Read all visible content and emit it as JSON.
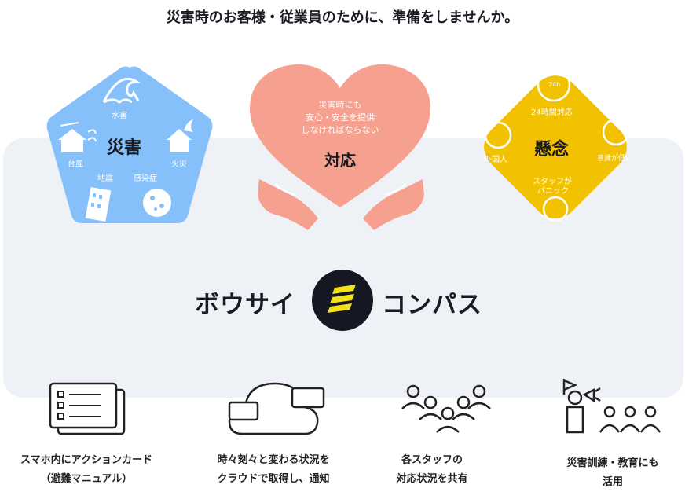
{
  "title": "災害時のお客様・従業員のために、準備をしませんか。",
  "disaster": {
    "heading": "災害",
    "items": [
      "水害",
      "台風",
      "火災",
      "地震",
      "感染症"
    ],
    "color": "#86c0fb"
  },
  "response": {
    "lines": [
      "災害時にも",
      "安心・安全を提供",
      "しなければならない"
    ],
    "heading": "対応",
    "color": "#f6a08f"
  },
  "concern": {
    "heading": "懸念",
    "items": [
      "24時間対応",
      "外国人",
      "意識が低い",
      "スタッフが",
      "パニック"
    ],
    "clock_text": "24h",
    "color": "#f2c200"
  },
  "logo": {
    "left": "ボウサイ",
    "right": "コンパス"
  },
  "features": [
    {
      "lines": [
        "スマホ内にアクションカード",
        "（避難マニュアル）"
      ]
    },
    {
      "lines": [
        "時々刻々と変わる状況を",
        "クラウドで取得し、通知"
      ]
    },
    {
      "lines": [
        "各スタッフの",
        "対応状況を共有"
      ]
    },
    {
      "lines": [
        "災害訓練・教育にも",
        "活用"
      ]
    }
  ]
}
